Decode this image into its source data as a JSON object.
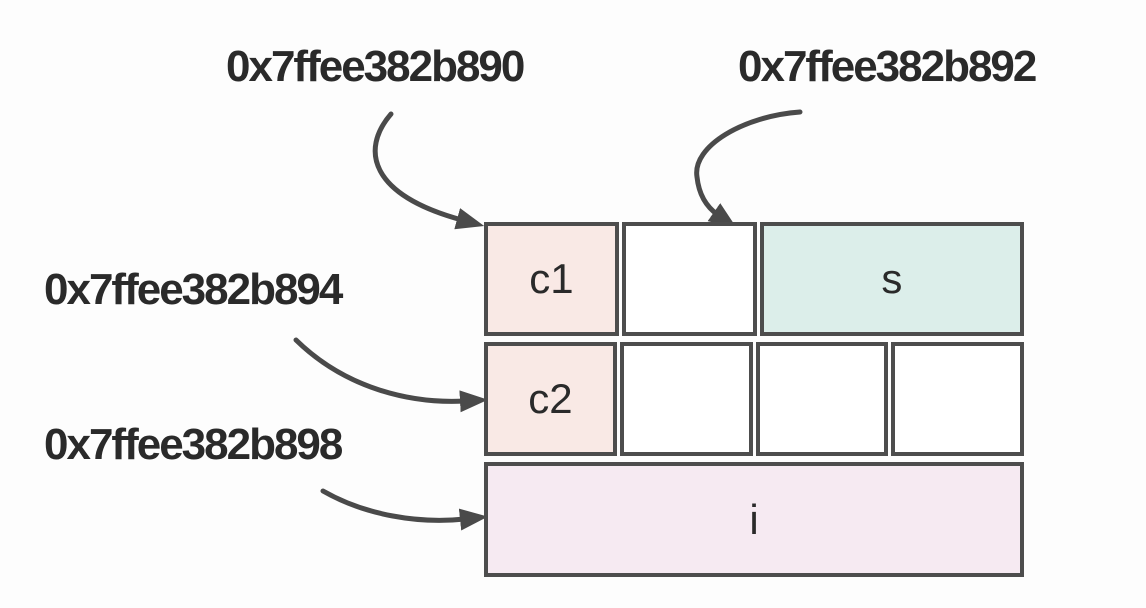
{
  "addresses": [
    {
      "label": "0x7ffee382b890",
      "points_to": "row-1 start (c1 cell)"
    },
    {
      "label": "0x7ffee382b892",
      "points_to": "row-1 offset 2 (s cell)"
    },
    {
      "label": "0x7ffee382b894",
      "points_to": "row-2 start (c2 cell)"
    },
    {
      "label": "0x7ffee382b898",
      "points_to": "row-3 start (i cell)"
    }
  ],
  "memory_rows": [
    {
      "cells": [
        {
          "label": "c1",
          "fill": "#f9e9e5",
          "span": 1
        },
        {
          "label": "",
          "fill": "#ffffff",
          "span": 1
        },
        {
          "label": "s",
          "fill": "#dceeea",
          "span": 2
        }
      ]
    },
    {
      "cells": [
        {
          "label": "c2",
          "fill": "#f9e9e5",
          "span": 1
        },
        {
          "label": "",
          "fill": "#ffffff",
          "span": 1
        },
        {
          "label": "",
          "fill": "#ffffff",
          "span": 1
        },
        {
          "label": "",
          "fill": "#ffffff",
          "span": 1
        }
      ]
    },
    {
      "cells": [
        {
          "label": "i",
          "fill": "#f6eaf2",
          "span": 4
        }
      ]
    }
  ],
  "colors": {
    "background": "#fdfdfd",
    "text": "#2a2a2a",
    "border": "#4d4d4d",
    "arrow": "#4a4a4a",
    "char_cell": "#f9e9e5",
    "short_cell": "#dceeea",
    "int_cell": "#f6eaf2",
    "empty_cell": "#ffffff"
  }
}
